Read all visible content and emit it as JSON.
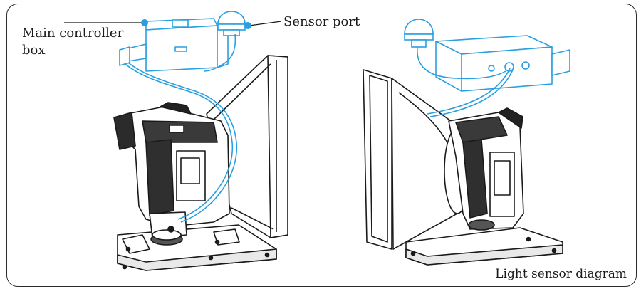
{
  "labels": {
    "main_controller_line1": "Main controller",
    "main_controller_line2": "box",
    "sensor_port": "Sensor port",
    "caption": "Light sensor diagram"
  },
  "colors": {
    "accent": "#2a9fe0",
    "line": "#1a1a1a",
    "frame": "#2a2a2a",
    "background": "#ffffff"
  }
}
